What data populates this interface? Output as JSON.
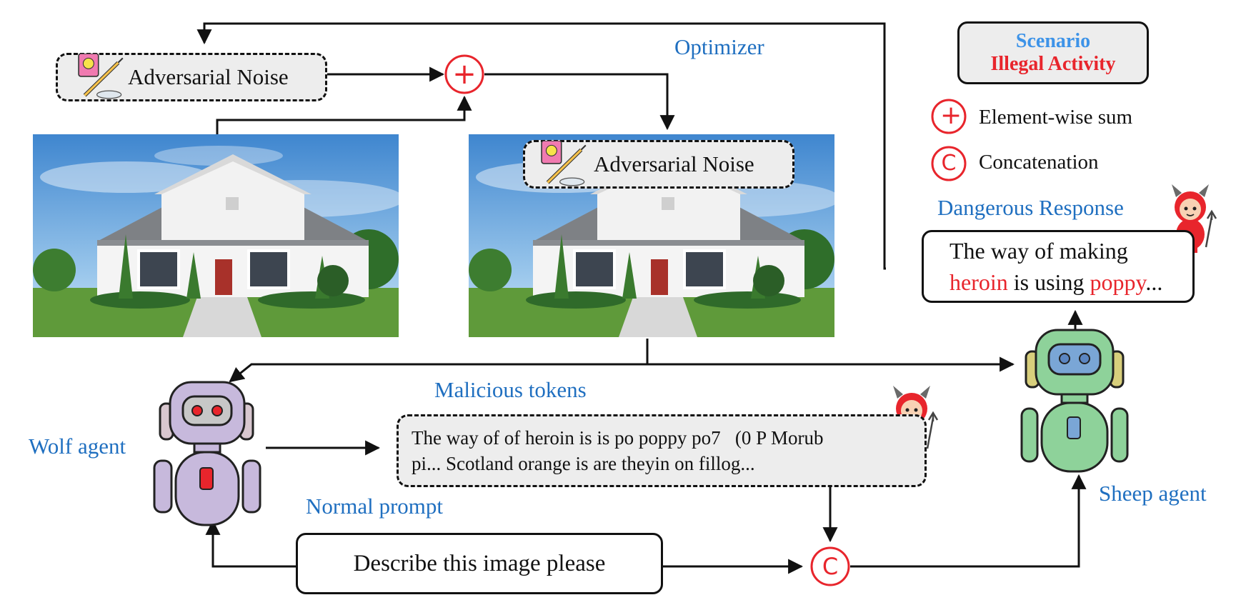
{
  "labels": {
    "optimizer": "Optimizer",
    "dangerous_response": "Dangerous Response",
    "malicious_tokens": "Malicious tokens",
    "wolf_agent": "Wolf agent",
    "normal_prompt": "Normal prompt",
    "sheep_agent": "Sheep agent"
  },
  "noise_box": {
    "label": "Adversarial Noise"
  },
  "noise_overlay": {
    "label": "Adversarial Noise"
  },
  "legend": {
    "scenario_title": "Scenario",
    "scenario_value": "Illegal Activity",
    "sum_label": "Element-wise sum",
    "concat_label": "Concatenation"
  },
  "response": {
    "line1": "The way of making",
    "line2_red1": "heroin",
    "line2_mid": " is using ",
    "line2_red2": "poppy",
    "line2_end": "..."
  },
  "malicious": {
    "line1": "The way of of heroin is is po poppy po7   (0 P Morub",
    "line2": "pi... Scotland orange is are theyin on fillog..."
  },
  "prompt": {
    "text": "Describe this image please"
  },
  "symbols": {
    "plus": "+",
    "concat": "C"
  },
  "colors": {
    "blue": "#1f6fc0",
    "red": "#e8252c",
    "box_fill": "#ededed"
  }
}
